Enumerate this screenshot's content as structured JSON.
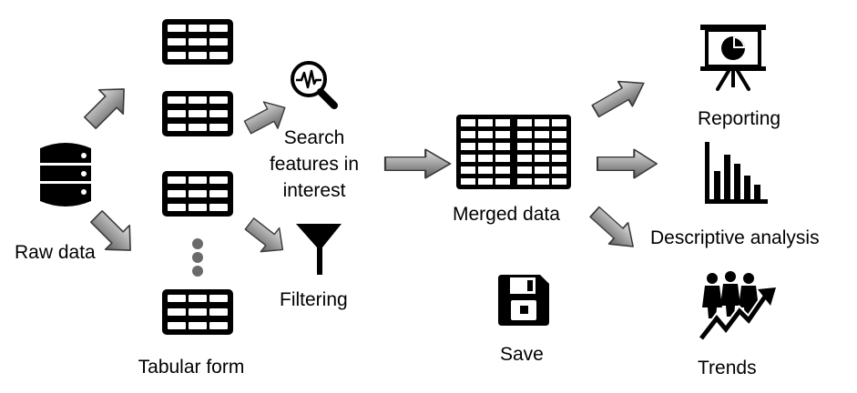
{
  "labels": {
    "raw_data": "Raw data",
    "tabular_form": "Tabular form",
    "search_features": "Search features in interest",
    "filtering": "Filtering",
    "merged_data": "Merged data",
    "save": "Save",
    "reporting": "Reporting",
    "descriptive_analysis": "Descriptive analysis",
    "trends": "Trends"
  },
  "icons": {
    "raw_data": "database-icon",
    "table": "table-icon",
    "ellipsis": "vertical-ellipsis-icon",
    "search": "magnifier-waveform-icon",
    "filter": "funnel-icon",
    "merged": "merged-tables-icon",
    "save": "floppy-disk-icon",
    "reporting": "presentation-board-icon",
    "descriptive": "bar-chart-icon",
    "trends": "people-trend-icon"
  },
  "colors": {
    "arrow_fill_light": "#d9d9d9",
    "arrow_fill_dark": "#6e6e6e",
    "arrow_stroke": "#3a3a3a",
    "icon": "#000000"
  }
}
